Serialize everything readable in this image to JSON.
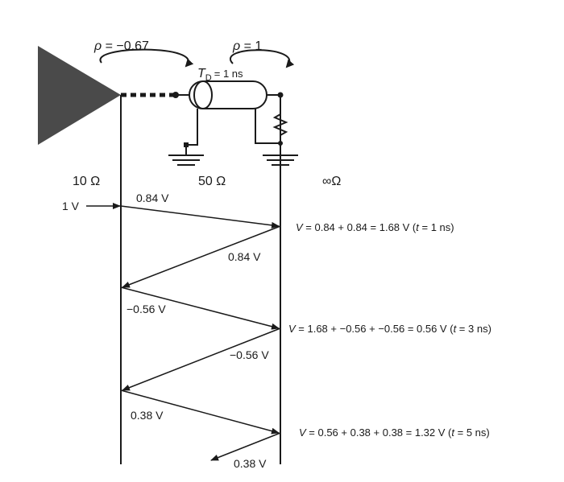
{
  "reflection_coefficients": {
    "source": {
      "symbol": "ρ",
      "value": "−0.67"
    },
    "load": {
      "symbol": "ρ",
      "value": "1"
    }
  },
  "line": {
    "delay_symbol": "T",
    "delay_subscript": "D",
    "delay_value": "= 1 ns"
  },
  "impedances": {
    "source": "10 Ω",
    "line": "50 Ω",
    "load": "∞Ω"
  },
  "input": {
    "label": "1 V"
  },
  "bounces": [
    {
      "label": "0.84 V"
    },
    {
      "label": "0.84 V"
    },
    {
      "label": "−0.56 V"
    },
    {
      "label": "−0.56 V"
    },
    {
      "label": "0.38 V"
    },
    {
      "label": "0.38 V"
    }
  ],
  "load_voltages": [
    {
      "v": "V",
      "expr": " = 0.84 + 0.84 = 1.68 V (",
      "t": "t",
      "time": " = 1 ns)"
    },
    {
      "v": "V",
      "expr": " = 1.68 + −0.56 + −0.56 = 0.56 V (",
      "t": "t",
      "time": " = 3 ns)"
    },
    {
      "v": "V",
      "expr": " = 0.56 + 0.38 + 0.38 = 1.32 V (",
      "t": "t",
      "time": " = 5 ns)"
    }
  ]
}
